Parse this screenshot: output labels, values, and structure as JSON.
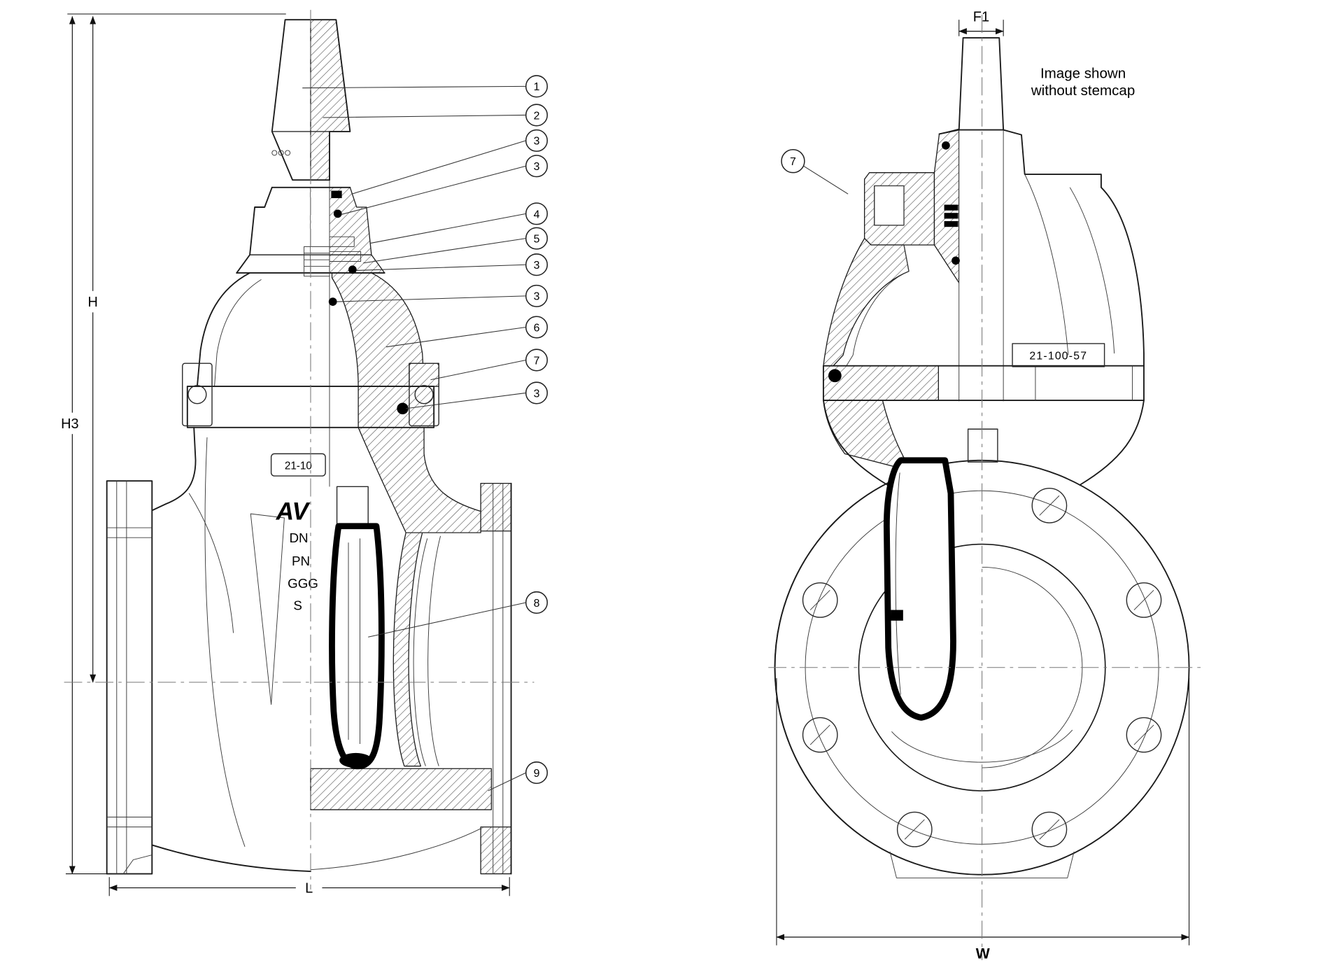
{
  "note": {
    "line1": "Image shown",
    "line2": "without stemcap"
  },
  "labels": {
    "part_number": "21-100-57",
    "nameplate": "21-10",
    "brand": "AV",
    "marking1": "DN",
    "marking2": "PN",
    "marking3": "GGG",
    "marking4": "S"
  },
  "dimensions": {
    "h": "H",
    "h3": "H3",
    "l": "L",
    "f1": "F1",
    "w": "W"
  },
  "callouts": {
    "c1": "1",
    "c2": "2",
    "c3a": "3",
    "c3b": "3",
    "c4": "4",
    "c5": "5",
    "c3c": "3",
    "c3d": "3",
    "c6": "6",
    "c7": "7",
    "c3e": "3",
    "c8": "8",
    "c9": "9",
    "right7": "7"
  }
}
